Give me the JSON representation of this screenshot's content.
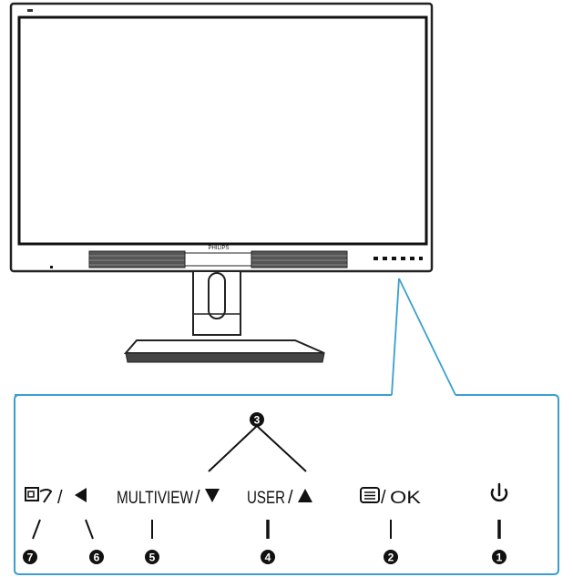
{
  "monitor": {
    "brand": "PHILIPS"
  },
  "controls": [
    {
      "number": "1",
      "label": "",
      "icon": "power-icon"
    },
    {
      "number": "2",
      "label": "OK",
      "icon": "menu-icon"
    },
    {
      "number": "3",
      "label": "",
      "icon": "up-down-arrows"
    },
    {
      "number": "4",
      "label": "USER",
      "icon": "up-arrow-icon"
    },
    {
      "number": "5",
      "label": "MULTIVIEW",
      "icon": "down-arrow-icon"
    },
    {
      "number": "6",
      "label": "",
      "icon": "left-arrow-icon"
    },
    {
      "number": "7",
      "label": "",
      "icon": "smartimage-icon"
    }
  ],
  "colors": {
    "callout": "#3a9fd0",
    "ink": "#111111",
    "screen": "#ffffff"
  }
}
